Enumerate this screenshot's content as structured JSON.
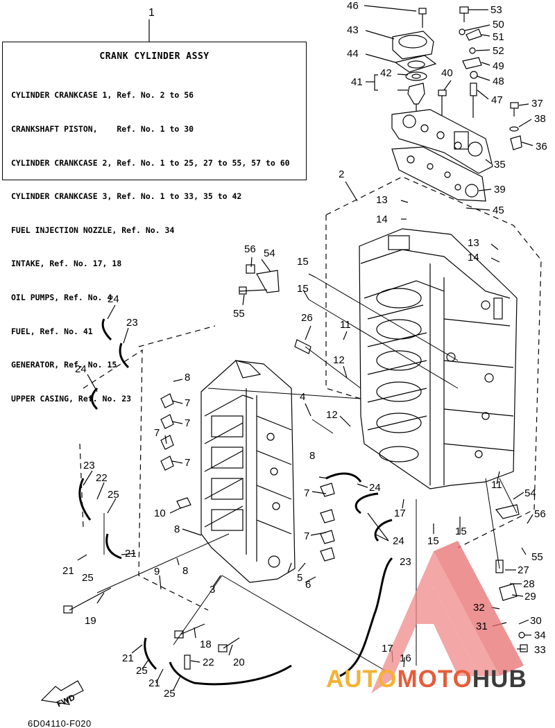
{
  "callout_main": "1",
  "legend": {
    "title": "CRANK CYLINDER ASSY",
    "lines": [
      "CYLINDER CRANKCASE 1, Ref. No. 2 to 56",
      "CRANKSHAFT PISTON,    Ref. No. 1 to 30",
      "CYLINDER CRANKCASE 2, Ref. No. 1 to 25, 27 to 55, 57 to 60",
      "CYLINDER CRANKCASE 3, Ref. No. 1 to 33, 35 to 42",
      "FUEL INJECTION NOZZLE, Ref. No. 34",
      "INTAKE, Ref. No. 17, 18",
      "OIL PUMPS, Ref. No. 4",
      "FUEL, Ref. No. 41",
      "GENERATOR, Ref. No. 15",
      "UPPER CASING, Ref. No. 23"
    ]
  },
  "part_labels": [
    {
      "id": "l46",
      "text": "46"
    },
    {
      "id": "l53",
      "text": "53"
    },
    {
      "id": "l50",
      "text": "50"
    },
    {
      "id": "l43",
      "text": "43"
    },
    {
      "id": "l51",
      "text": "51"
    },
    {
      "id": "l44",
      "text": "44"
    },
    {
      "id": "l52",
      "text": "52"
    },
    {
      "id": "l49",
      "text": "49"
    },
    {
      "id": "l42",
      "text": "42"
    },
    {
      "id": "l40",
      "text": "40"
    },
    {
      "id": "l41",
      "text": "41"
    },
    {
      "id": "l48",
      "text": "48"
    },
    {
      "id": "l47",
      "text": "47"
    },
    {
      "id": "l37",
      "text": "37"
    },
    {
      "id": "l38",
      "text": "38"
    },
    {
      "id": "l36",
      "text": "36"
    },
    {
      "id": "l35",
      "text": "35"
    },
    {
      "id": "l2",
      "text": "2"
    },
    {
      "id": "l39",
      "text": "39"
    },
    {
      "id": "l13a",
      "text": "13"
    },
    {
      "id": "l45",
      "text": "45"
    },
    {
      "id": "l14a",
      "text": "14"
    },
    {
      "id": "l13b",
      "text": "13"
    },
    {
      "id": "l56a",
      "text": "56"
    },
    {
      "id": "l54a",
      "text": "54"
    },
    {
      "id": "l14b",
      "text": "14"
    },
    {
      "id": "l15a",
      "text": "15"
    },
    {
      "id": "l15b",
      "text": "15"
    },
    {
      "id": "l55a",
      "text": "55"
    },
    {
      "id": "l24a",
      "text": "24"
    },
    {
      "id": "l26",
      "text": "26"
    },
    {
      "id": "l23a",
      "text": "23"
    },
    {
      "id": "l11a",
      "text": "11"
    },
    {
      "id": "l12a",
      "text": "12"
    },
    {
      "id": "l8a",
      "text": "8"
    },
    {
      "id": "l24b",
      "text": "24"
    },
    {
      "id": "l7a",
      "text": "7"
    },
    {
      "id": "l4",
      "text": "4"
    },
    {
      "id": "l7b",
      "text": "7"
    },
    {
      "id": "l12b",
      "text": "12"
    },
    {
      "id": "l7c",
      "text": "7"
    },
    {
      "id": "l7d",
      "text": "7"
    },
    {
      "id": "l8b",
      "text": "8"
    },
    {
      "id": "l23b",
      "text": "23"
    },
    {
      "id": "l11b",
      "text": "11"
    },
    {
      "id": "l22a",
      "text": "22"
    },
    {
      "id": "l24c",
      "text": "24"
    },
    {
      "id": "l54b",
      "text": "54"
    },
    {
      "id": "l25a",
      "text": "25"
    },
    {
      "id": "l7e",
      "text": "7"
    },
    {
      "id": "l17a",
      "text": "17"
    },
    {
      "id": "l10",
      "text": "10"
    },
    {
      "id": "l56b",
      "text": "56"
    },
    {
      "id": "l24d",
      "text": "24"
    },
    {
      "id": "l7f",
      "text": "7"
    },
    {
      "id": "l8c",
      "text": "8"
    },
    {
      "id": "l15c",
      "text": "15"
    },
    {
      "id": "l15d",
      "text": "15"
    },
    {
      "id": "l21a",
      "text": "21"
    },
    {
      "id": "l55b",
      "text": "55"
    },
    {
      "id": "l23c",
      "text": "23"
    },
    {
      "id": "l21b",
      "text": "21"
    },
    {
      "id": "l8d",
      "text": "8"
    },
    {
      "id": "l25b",
      "text": "25"
    },
    {
      "id": "l9",
      "text": "9"
    },
    {
      "id": "l5",
      "text": "5"
    },
    {
      "id": "l27",
      "text": "27"
    },
    {
      "id": "l6",
      "text": "6"
    },
    {
      "id": "l28",
      "text": "28"
    },
    {
      "id": "l3",
      "text": "3"
    },
    {
      "id": "l29",
      "text": "29"
    },
    {
      "id": "l19",
      "text": "19"
    },
    {
      "id": "l32",
      "text": "32"
    },
    {
      "id": "l30",
      "text": "30"
    },
    {
      "id": "l31",
      "text": "31"
    },
    {
      "id": "l34",
      "text": "34"
    },
    {
      "id": "l18",
      "text": "18"
    },
    {
      "id": "l33",
      "text": "33"
    },
    {
      "id": "l21c",
      "text": "21"
    },
    {
      "id": "l20",
      "text": "20"
    },
    {
      "id": "l17b",
      "text": "17"
    },
    {
      "id": "l16",
      "text": "16"
    },
    {
      "id": "l22b",
      "text": "22"
    },
    {
      "id": "l25c",
      "text": "25"
    },
    {
      "id": "l21d",
      "text": "21"
    },
    {
      "id": "l25d",
      "text": "25"
    }
  ],
  "direction_label": "FWD",
  "diagram_code": "6D04110-F020",
  "watermark": {
    "part1": "AUTO",
    "part2": "MOTO",
    "part3": "HUB"
  },
  "colors": {
    "watermark_triangle": "#f08a8a",
    "watermark_yellow": "#f5b233",
    "watermark_orange": "#e65c3a",
    "watermark_dark": "#3b3b3b"
  }
}
